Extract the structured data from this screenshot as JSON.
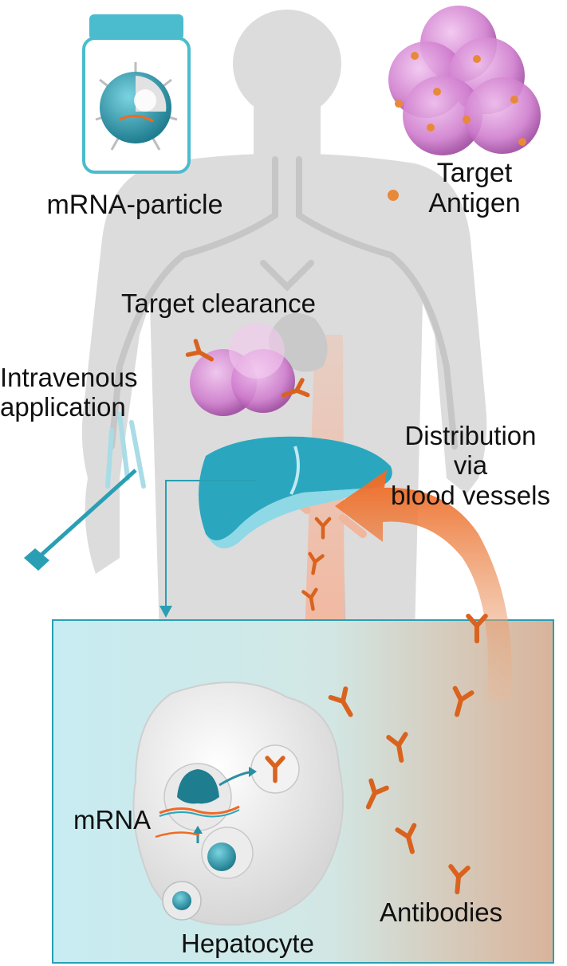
{
  "labels": {
    "mrna_particle": "mRNA-particle",
    "target_antigen_line1": "Target",
    "target_antigen_line2": "Antigen",
    "target_clearance": "Target clearance",
    "intravenous_line1": "Intravenous",
    "intravenous_line2": "application",
    "distribution_line1": "Distribution",
    "distribution_line2": "via",
    "distribution_line3": "blood vessels",
    "mrna": "mRNA",
    "antibodies": "Antibodies",
    "hepatocyte": "Hepatocyte"
  },
  "colors": {
    "body_silhouette": "#d9d9d9",
    "vessel": "#c7c7c7",
    "liver_dark": "#2aa7bf",
    "liver_light": "#8fd8e6",
    "panel_bg": "#cdeef3",
    "panel_border": "#2a9fb3",
    "antibody": "#d9631e",
    "flow_arrow": "#ef6a23",
    "target_cell": "#c86ec8",
    "antigen": "#e8893a",
    "jar_lid": "#4bbccd",
    "particle_core": "#2c8fa3"
  }
}
